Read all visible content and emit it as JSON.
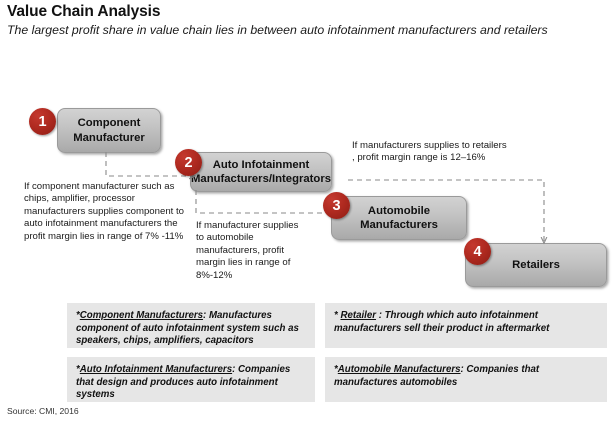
{
  "header": {
    "title": "Value Chain Analysis",
    "subtitle": "The largest profit share in value chain lies in between auto infotainment manufacturers and retailers"
  },
  "colors": {
    "badge_red": "#b02a20",
    "node_gray_light": "#d2d2d2",
    "node_gray_dark": "#a9a9a9",
    "legend_bg": "#e6e6e6"
  },
  "flow": {
    "nodes": [
      {
        "number": "1",
        "label": "Component Manufacturer"
      },
      {
        "number": "2",
        "label": "Auto Infotainment Manufacturers/Integrators"
      },
      {
        "number": "3",
        "label": "Automobile Manufacturers"
      },
      {
        "number": "4",
        "label": "Retailers"
      }
    ],
    "annotations": [
      {
        "id": "component-to-auto",
        "text": "If component manufacturer such as chips, amplifier, processor manufacturers supplies component to auto infotainment manufacturers the profit margin lies in range of 7% -11%"
      },
      {
        "id": "auto-to-automobile",
        "text": "If manufacturer  supplies to automobile manufacturers, profit margin lies in range of 8%-12%"
      },
      {
        "id": "auto-to-retailers",
        "text": "If manufacturers supplies to retailers , profit margin range is 12–16%"
      }
    ]
  },
  "legends": [
    {
      "id": "component-manufacturers",
      "prefix": "*",
      "term": "Component Manufacturers",
      "body": ": Manufactures component of auto infotainment system such as speakers, chips, amplifiers, capacitors"
    },
    {
      "id": "retailer",
      "prefix": "* ",
      "term": "Retailer",
      "body": " : Through which auto infotainment manufacturers sell their product in aftermarket"
    },
    {
      "id": "auto-infotainment-manufacturers",
      "prefix": "*",
      "term": "Auto Infotainment Manufacturers",
      "body": ": Companies that design and produces auto infotainment systems"
    },
    {
      "id": "automobile-manufacturers",
      "prefix": "*",
      "term": "Automobile Manufacturers",
      "body": ": Companies that manufactures automobiles"
    }
  ],
  "footer": {
    "source": "Source: CMI, 2016"
  }
}
